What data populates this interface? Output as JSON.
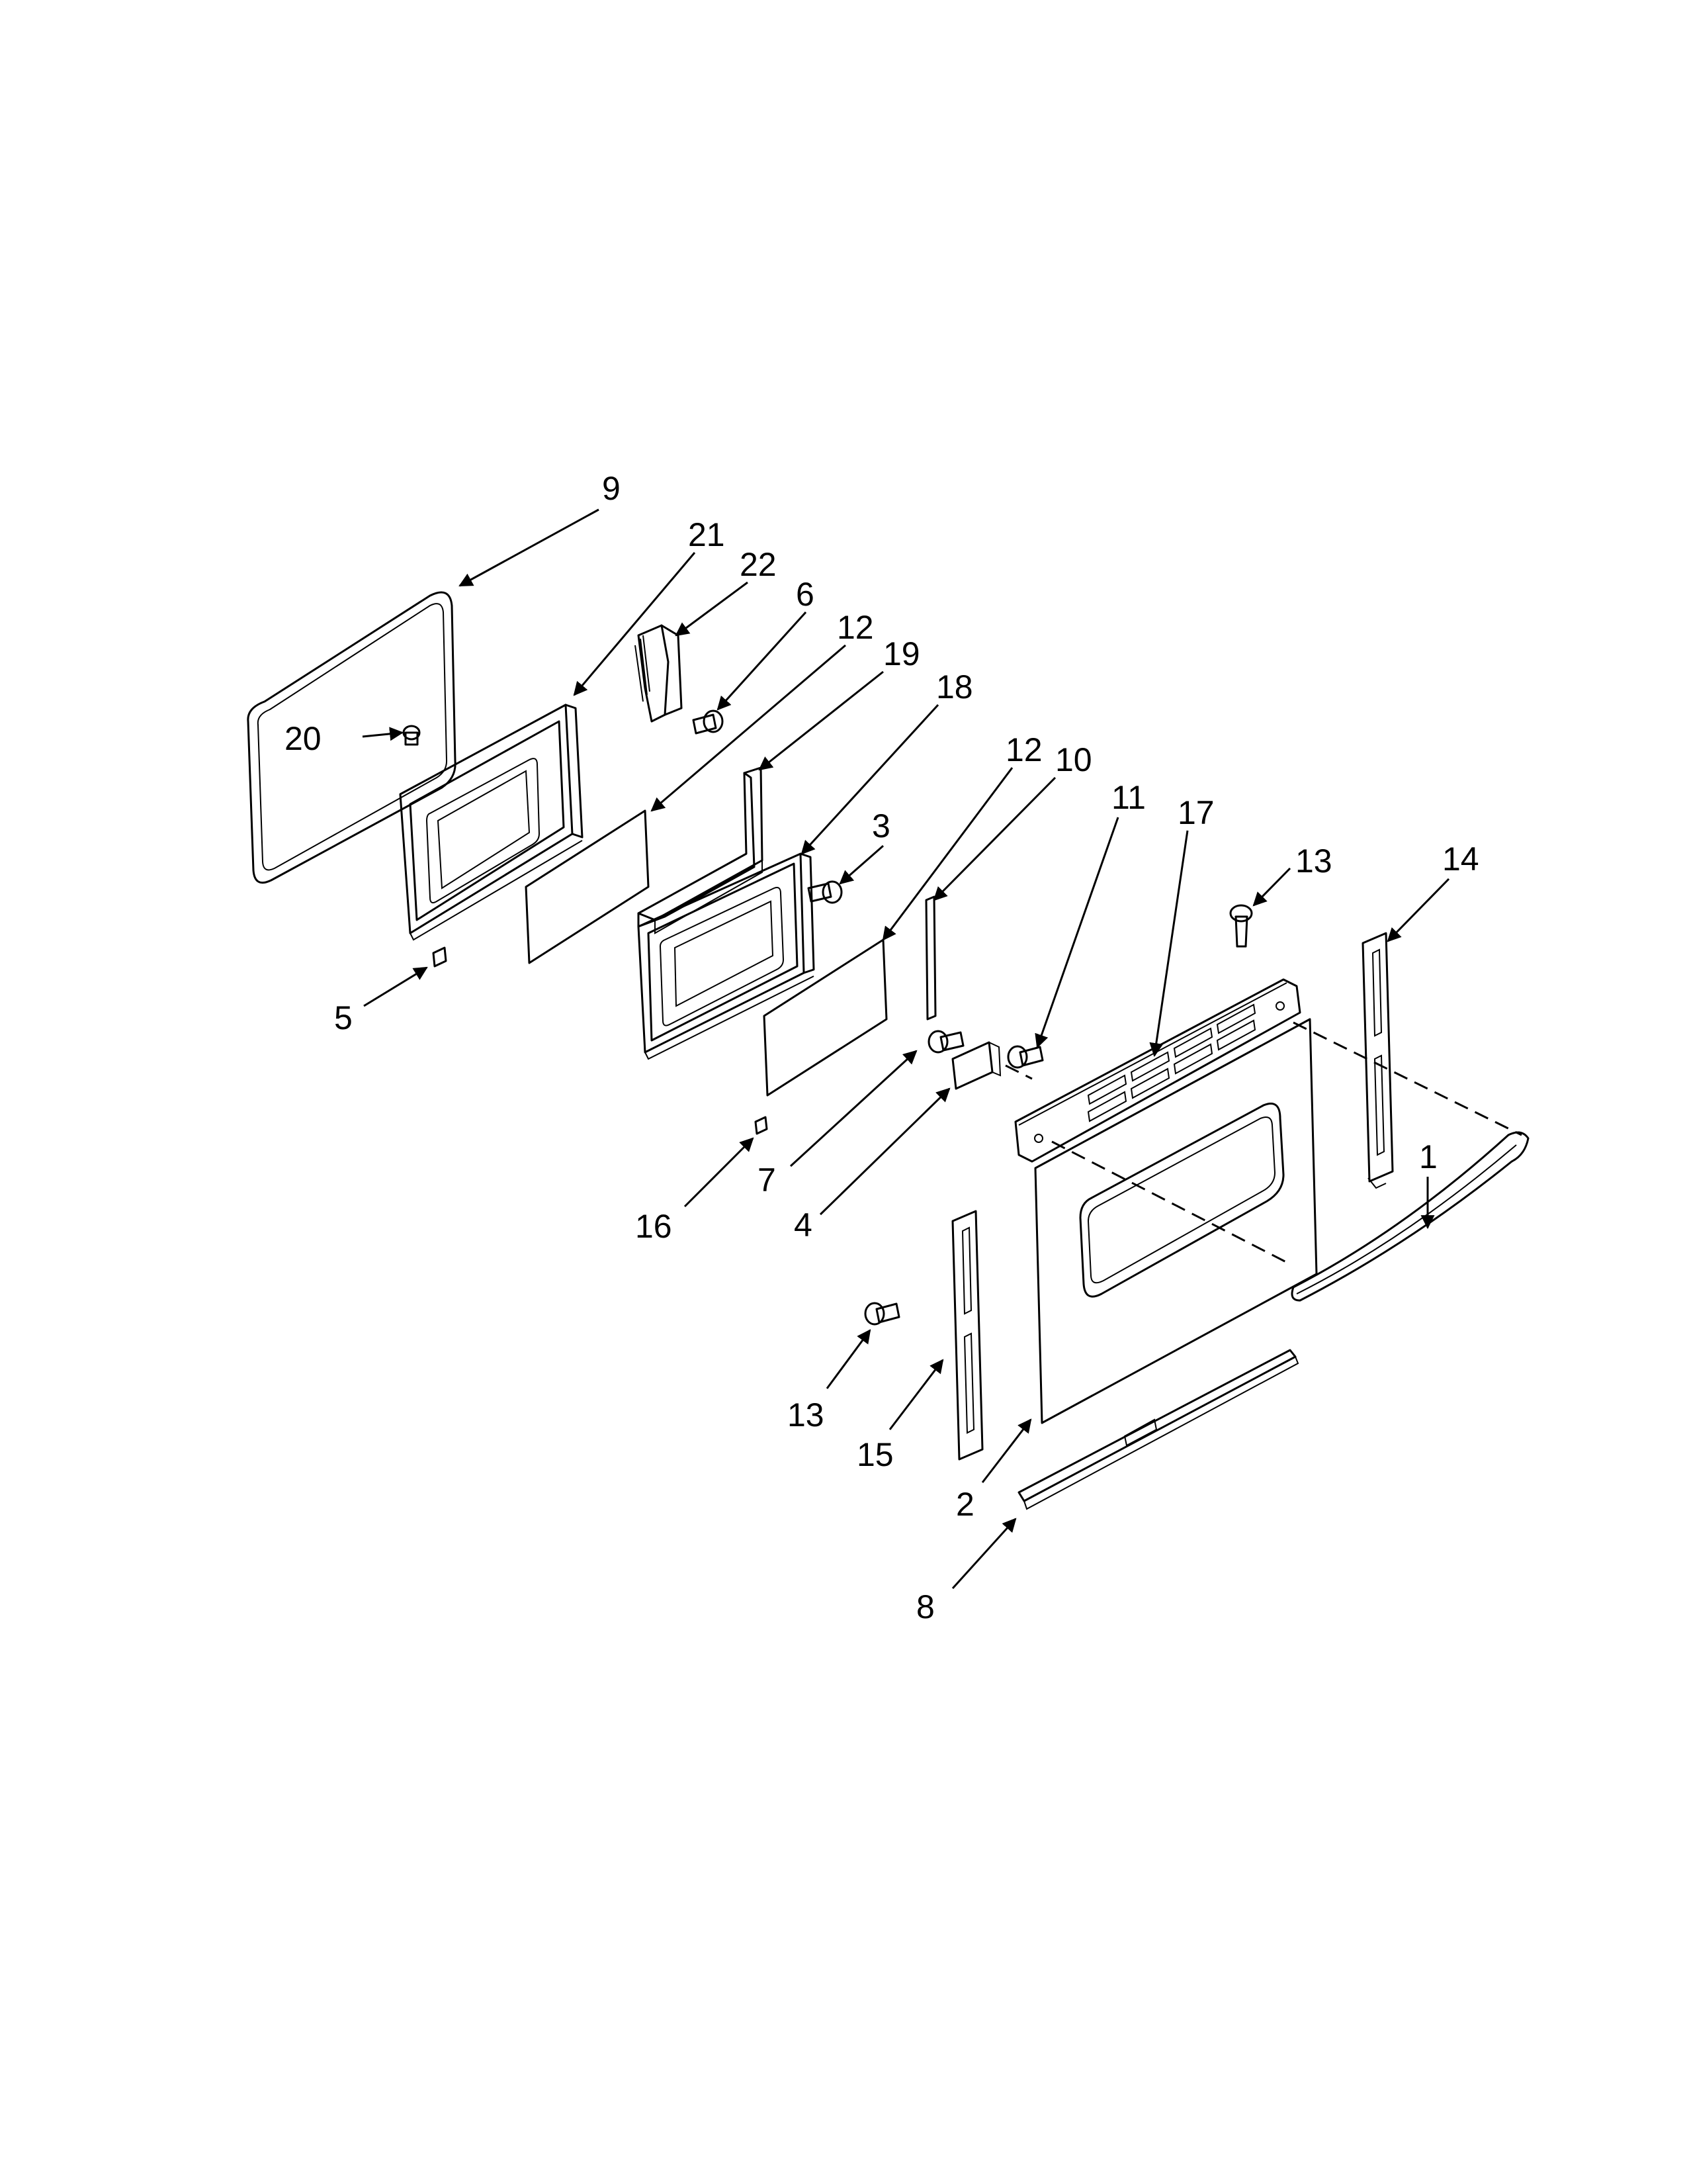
{
  "diagram": {
    "callouts": [
      {
        "id": "c9",
        "label": "9"
      },
      {
        "id": "c21",
        "label": "21"
      },
      {
        "id": "c22",
        "label": "22"
      },
      {
        "id": "c6",
        "label": "6"
      },
      {
        "id": "c12a",
        "label": "12"
      },
      {
        "id": "c19",
        "label": "19"
      },
      {
        "id": "c18",
        "label": "18"
      },
      {
        "id": "c20",
        "label": "20"
      },
      {
        "id": "c3",
        "label": "3"
      },
      {
        "id": "c12b",
        "label": "12"
      },
      {
        "id": "c10",
        "label": "10"
      },
      {
        "id": "c11",
        "label": "11"
      },
      {
        "id": "c17",
        "label": "17"
      },
      {
        "id": "c13a",
        "label": "13"
      },
      {
        "id": "c14",
        "label": "14"
      },
      {
        "id": "c5",
        "label": "5"
      },
      {
        "id": "c1",
        "label": "1"
      },
      {
        "id": "c7",
        "label": "7"
      },
      {
        "id": "c16",
        "label": "16"
      },
      {
        "id": "c4",
        "label": "4"
      },
      {
        "id": "c13b",
        "label": "13"
      },
      {
        "id": "c15",
        "label": "15"
      },
      {
        "id": "c2",
        "label": "2"
      },
      {
        "id": "c8",
        "label": "8"
      }
    ]
  }
}
